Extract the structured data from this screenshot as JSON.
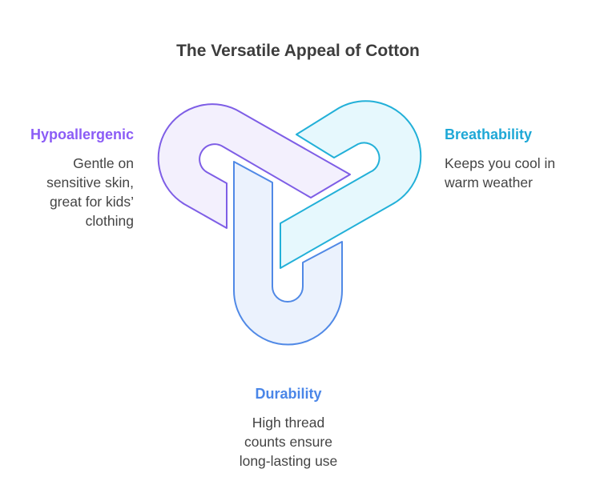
{
  "title": "The Versatile Appeal of Cotton",
  "items": [
    {
      "heading": "Hypoallergenic",
      "lines": [
        "Gentle on",
        "sensitive skin,",
        "great for kids’",
        "clothing"
      ],
      "color": "#8b5cf6"
    },
    {
      "heading": "Breathability",
      "lines": [
        "Keeps you cool in",
        "warm weather"
      ],
      "color": "#1ea8d6"
    },
    {
      "heading": "Durability",
      "lines": [
        "High thread",
        "counts ensure",
        "long-lasting use"
      ],
      "color": "#4a86e8"
    }
  ]
}
